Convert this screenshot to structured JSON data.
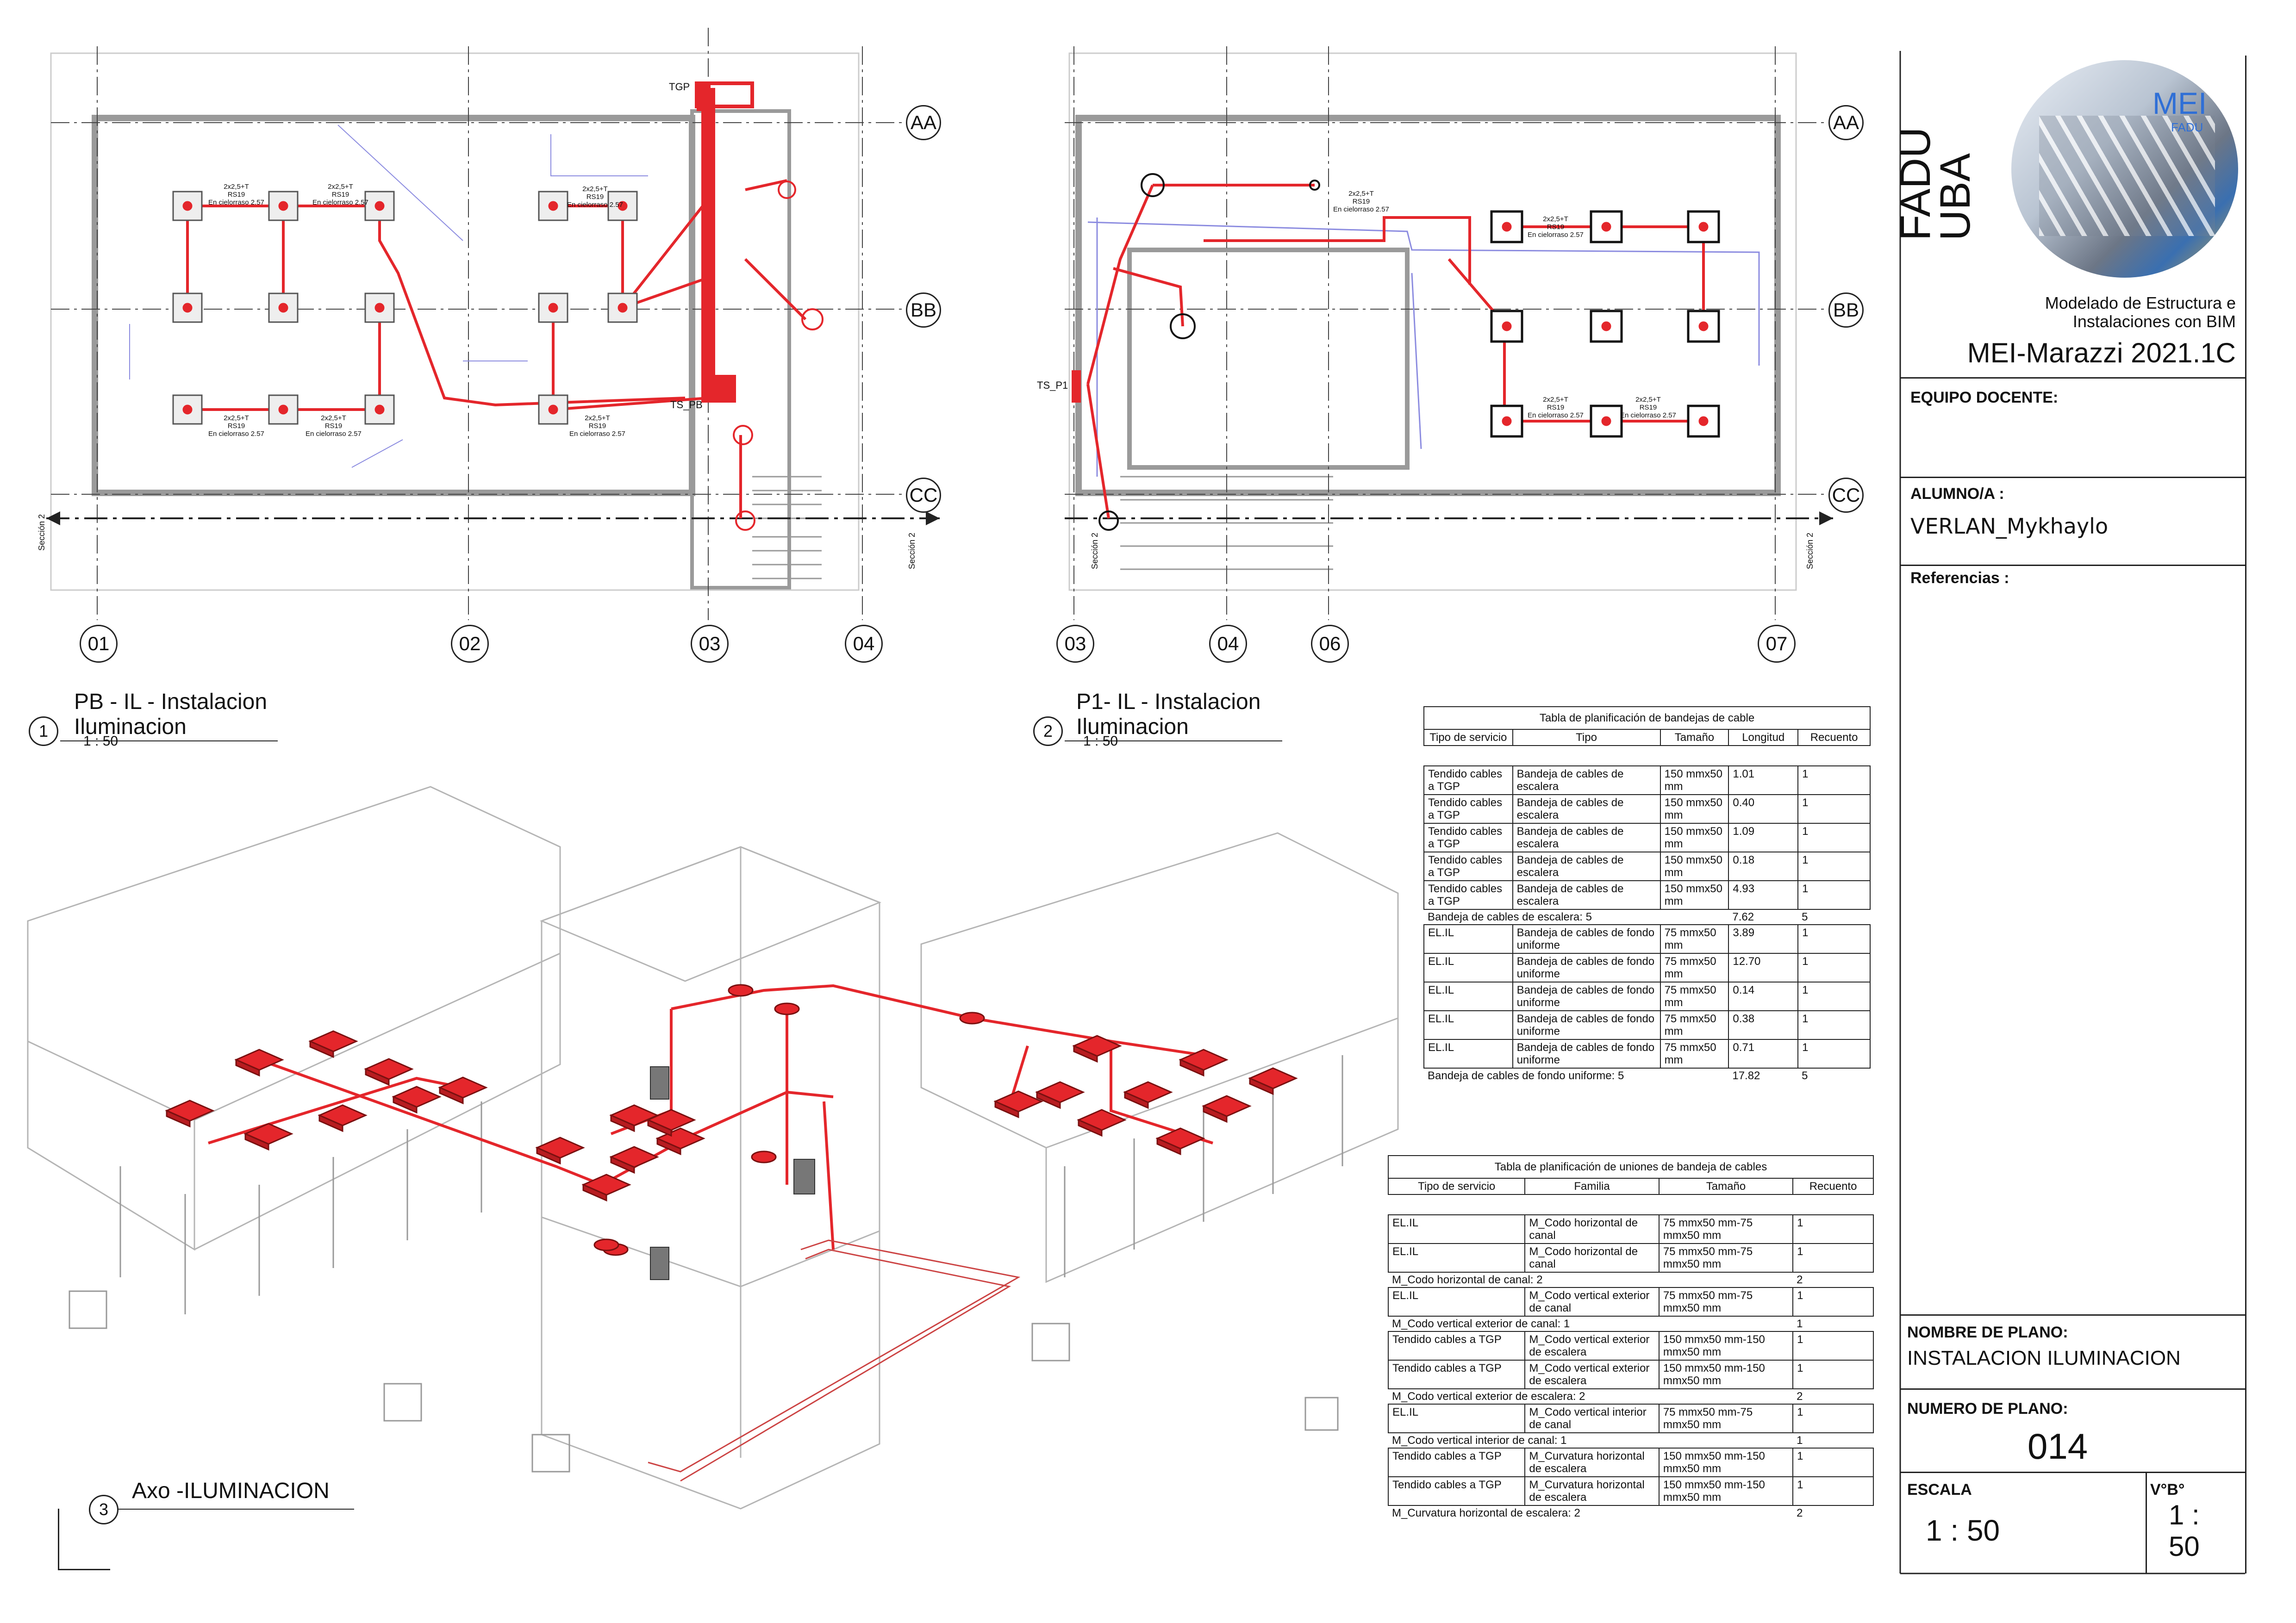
{
  "title_block": {
    "school_line1": "FADU",
    "school_line2": "UBA",
    "logo_text": "MEI",
    "logo_sub": "FADU",
    "course_line1": "Modelado de Estructura e",
    "course_line2": "Instalaciones con BIM",
    "course_code": "MEI-Marazzi 2021.1C",
    "equipo_label": "EQUIPO DOCENTE:",
    "alumno_label": "ALUMNO/A :",
    "alumno_value": "VERLAN_Mykhaylo",
    "referencias_label": "Referencias :",
    "nombre_label": "NOMBRE DE PLANO:",
    "nombre_value": "INSTALACION ILUMINACION",
    "numero_label": "NUMERO DE PLANO:",
    "numero_value": "014",
    "escala_label": "ESCALA",
    "escala_value": "1 : 50",
    "vb_label": "V°B°",
    "vb_value_line1": "1 :",
    "vb_value_line2": "50"
  },
  "views": [
    {
      "number": "1",
      "title_line1": "PB - IL - Instalacion",
      "title_line2": "Iluminacion",
      "scale": "1 : 50"
    },
    {
      "number": "2",
      "title_line1": "P1- IL - Instalacion",
      "title_line2": "Iluminacion",
      "scale": "1 : 50"
    },
    {
      "number": "3",
      "title_line1": "Axo -ILUMINACION"
    }
  ],
  "grids": {
    "rows": [
      "AA",
      "BB",
      "CC"
    ],
    "plan1_cols": [
      "01",
      "02",
      "03",
      "04"
    ],
    "plan2_cols": [
      "03",
      "04",
      "06",
      "07"
    ],
    "section_mark": "Sección 2"
  },
  "plan_labels": {
    "tgp": "TGP",
    "ts_pb": "TS_PB",
    "ts_p1": "TS_P1",
    "circuit_l1": "2x2,5+T",
    "circuit_l2": "RS19",
    "circuit_l3": "En cielorraso 2.57"
  },
  "table1": {
    "title": "Tabla de planificación de bandejas de cable",
    "headers": [
      "Tipo de servicio",
      "Tipo",
      "Tamaño",
      "Longitud",
      "Recuento"
    ],
    "rows": [
      [
        "Tendido cables a TGP",
        "Bandeja de cables de escalera",
        "150 mmx50 mm",
        "1.01",
        "1"
      ],
      [
        "Tendido cables a TGP",
        "Bandeja de cables de escalera",
        "150 mmx50 mm",
        "0.40",
        "1"
      ],
      [
        "Tendido cables a TGP",
        "Bandeja de cables de escalera",
        "150 mmx50 mm",
        "1.09",
        "1"
      ],
      [
        "Tendido cables a TGP",
        "Bandeja de cables de escalera",
        "150 mmx50 mm",
        "0.18",
        "1"
      ],
      [
        "Tendido cables a TGP",
        "Bandeja de cables de escalera",
        "150 mmx50 mm",
        "4.93",
        "1"
      ]
    ],
    "sum1_label": "Bandeja de cables de escalera: 5",
    "sum1_len": "7.62",
    "sum1_count": "5",
    "rows2": [
      [
        "EL.IL",
        "Bandeja de cables de fondo uniforme",
        "75 mmx50 mm",
        "3.89",
        "1"
      ],
      [
        "EL.IL",
        "Bandeja de cables de fondo uniforme",
        "75 mmx50 mm",
        "12.70",
        "1"
      ],
      [
        "EL.IL",
        "Bandeja de cables de fondo uniforme",
        "75 mmx50 mm",
        "0.14",
        "1"
      ],
      [
        "EL.IL",
        "Bandeja de cables de fondo uniforme",
        "75 mmx50 mm",
        "0.38",
        "1"
      ],
      [
        "EL.IL",
        "Bandeja de cables de fondo uniforme",
        "75 mmx50 mm",
        "0.71",
        "1"
      ]
    ],
    "sum2_label": "Bandeja de cables de fondo uniforme: 5",
    "sum2_len": "17.82",
    "sum2_count": "5"
  },
  "table2": {
    "title": "Tabla de planificación de uniones de bandeja de cables",
    "headers": [
      "Tipo de servicio",
      "Familia",
      "Tamaño",
      "Recuento"
    ],
    "g1": [
      [
        "EL.IL",
        "M_Codo horizontal de canal",
        "75 mmx50 mm-75 mmx50 mm",
        "1"
      ],
      [
        "EL.IL",
        "M_Codo horizontal de canal",
        "75 mmx50 mm-75 mmx50 mm",
        "1"
      ]
    ],
    "g1_sum": "M_Codo horizontal de canal: 2",
    "g1_count": "2",
    "g2": [
      [
        "EL.IL",
        "M_Codo vertical exterior de canal",
        "75 mmx50 mm-75 mmx50 mm",
        "1"
      ]
    ],
    "g2_sum": "M_Codo vertical exterior de canal: 1",
    "g2_count": "1",
    "g3": [
      [
        "Tendido cables a TGP",
        "M_Codo vertical exterior de escalera",
        "150 mmx50 mm-150 mmx50 mm",
        "1"
      ],
      [
        "Tendido cables a TGP",
        "M_Codo vertical exterior de escalera",
        "150 mmx50 mm-150 mmx50 mm",
        "1"
      ]
    ],
    "g3_sum": "M_Codo vertical exterior de escalera: 2",
    "g3_count": "2",
    "g4": [
      [
        "EL.IL",
        "M_Codo vertical interior de canal",
        "75 mmx50 mm-75 mmx50 mm",
        "1"
      ]
    ],
    "g4_sum": "M_Codo vertical interior de canal: 1",
    "g4_count": "1",
    "g5": [
      [
        "Tendido cables a TGP",
        "M_Curvatura horizontal de escalera",
        "150 mmx50 mm-150 mmx50 mm",
        "1"
      ],
      [
        "Tendido cables a TGP",
        "M_Curvatura horizontal de escalera",
        "150 mmx50 mm-150 mmx50 mm",
        "1"
      ]
    ],
    "g5_sum": "M_Curvatura horizontal de escalera: 2",
    "g5_count": "2"
  },
  "colors": {
    "circuit": "#e4262b",
    "grid": "#444444",
    "wall": "#9a9a9a",
    "logo_blue": "#2f6fd6"
  }
}
